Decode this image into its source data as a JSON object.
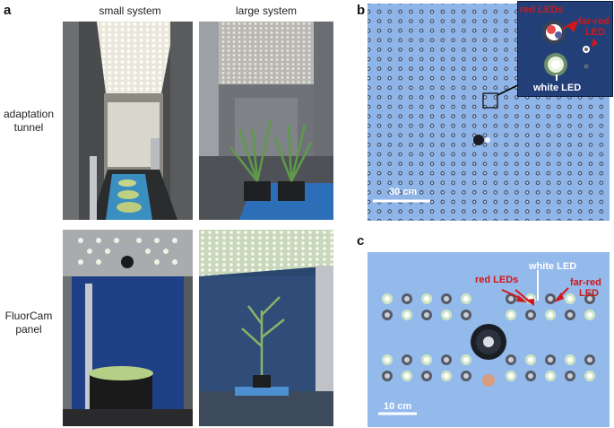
{
  "panels": {
    "a": {
      "letter": "a",
      "columns": [
        "small system",
        "large system"
      ],
      "rows": [
        {
          "line1": "adaptation",
          "line2": "tunnel"
        },
        {
          "line1": "FluorCam",
          "line2": "panel"
        }
      ]
    },
    "b": {
      "letter": "b",
      "scale_bar": "30 cm",
      "inset_labels": {
        "red": "red LEDs",
        "farred_line1": "far-red",
        "farred_line2": "LED",
        "white": "white LED"
      }
    },
    "c": {
      "letter": "c",
      "scale_bar": "10 cm",
      "labels": {
        "red": "red LEDs",
        "white": "white LED",
        "farred_line1": "far-red",
        "farred_line2": "LED"
      }
    }
  },
  "colors": {
    "led_panel_blue": "#8fb4e8",
    "fluorcam_blue": "#1f3f86",
    "label_red": "#d01818",
    "background": "#ffffff"
  }
}
